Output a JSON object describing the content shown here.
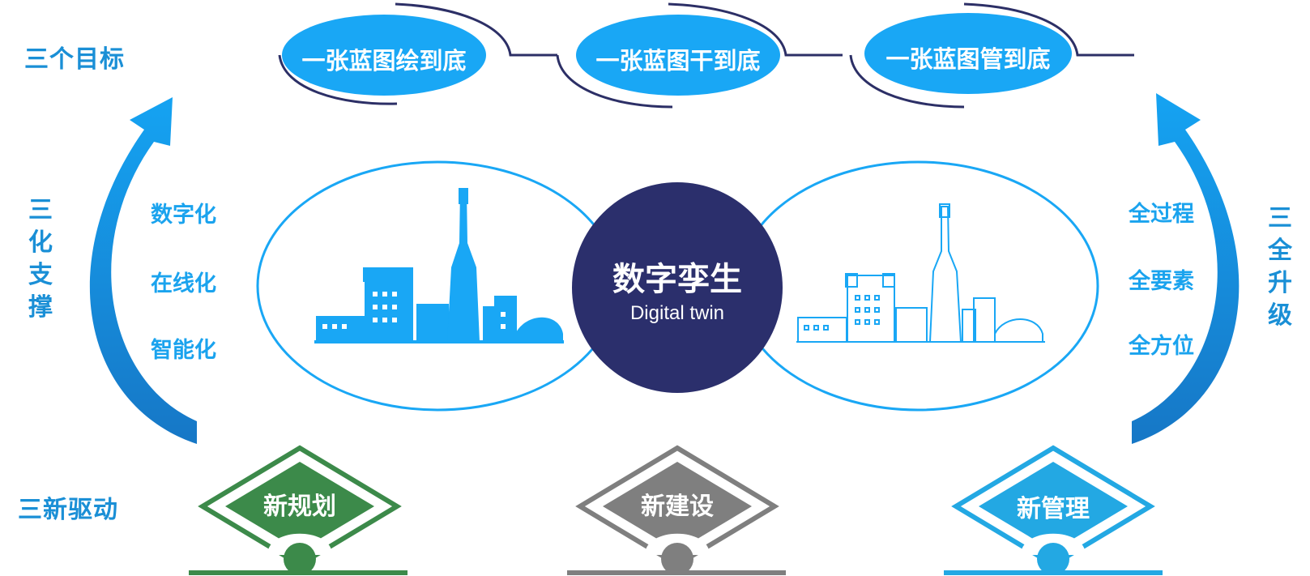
{
  "goals": {
    "title": "三个目标",
    "items": [
      "一张蓝图绘到底",
      "一张蓝图干到底",
      "一张蓝图管到底"
    ]
  },
  "left_support": {
    "title": "三化支撑",
    "items": [
      "数字化",
      "在线化",
      "智能化"
    ]
  },
  "right_upgrade": {
    "title": "三全升级",
    "items": [
      "全过程",
      "全要素",
      "全方位"
    ]
  },
  "center": {
    "title": "数字孪生",
    "subtitle": "Digital twin"
  },
  "drivers": {
    "title": "三新驱动",
    "items": [
      {
        "label": "新规划",
        "color": "#3c8a4a"
      },
      {
        "label": "新建设",
        "color": "#7f7f7f"
      },
      {
        "label": "新管理",
        "color": "#23a8e3"
      }
    ]
  },
  "colors": {
    "accent": "#1a8fd6",
    "light_blue": "#19a7f5",
    "navy": "#2b2f6c",
    "dark_outline": "#2c2f66"
  }
}
